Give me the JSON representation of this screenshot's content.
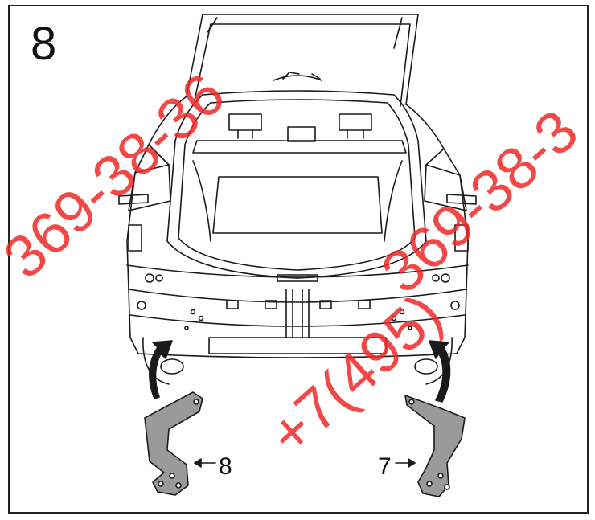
{
  "step_number": "8",
  "callouts": {
    "left_part": "8",
    "right_part": "7"
  },
  "watermarks": [
    {
      "text": "369-38-36"
    },
    {
      "text": "369-38-3"
    },
    {
      "text": "+7(495)"
    }
  ],
  "colors": {
    "line": "#1a1a1a",
    "bracket_fill": "#9a9a9a",
    "watermark": "#f02828"
  }
}
